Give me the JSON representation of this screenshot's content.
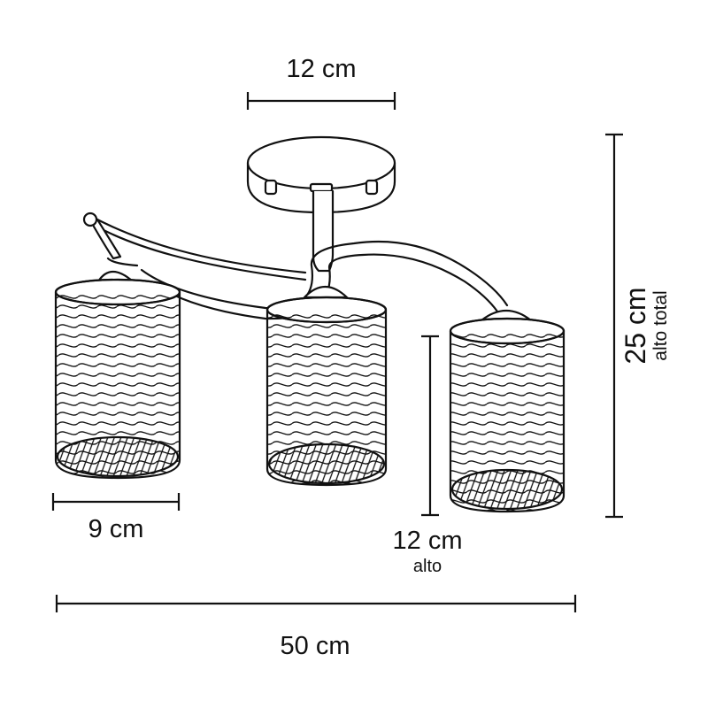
{
  "dimensions": {
    "top_width": "12 cm",
    "total_height": "25 cm",
    "total_height_note": "alto total",
    "shade_width": "9 cm",
    "shade_height": "12 cm",
    "shade_height_note": "alto",
    "total_width": "50 cm"
  },
  "colors": {
    "line": "#111111",
    "background": "#ffffff"
  }
}
